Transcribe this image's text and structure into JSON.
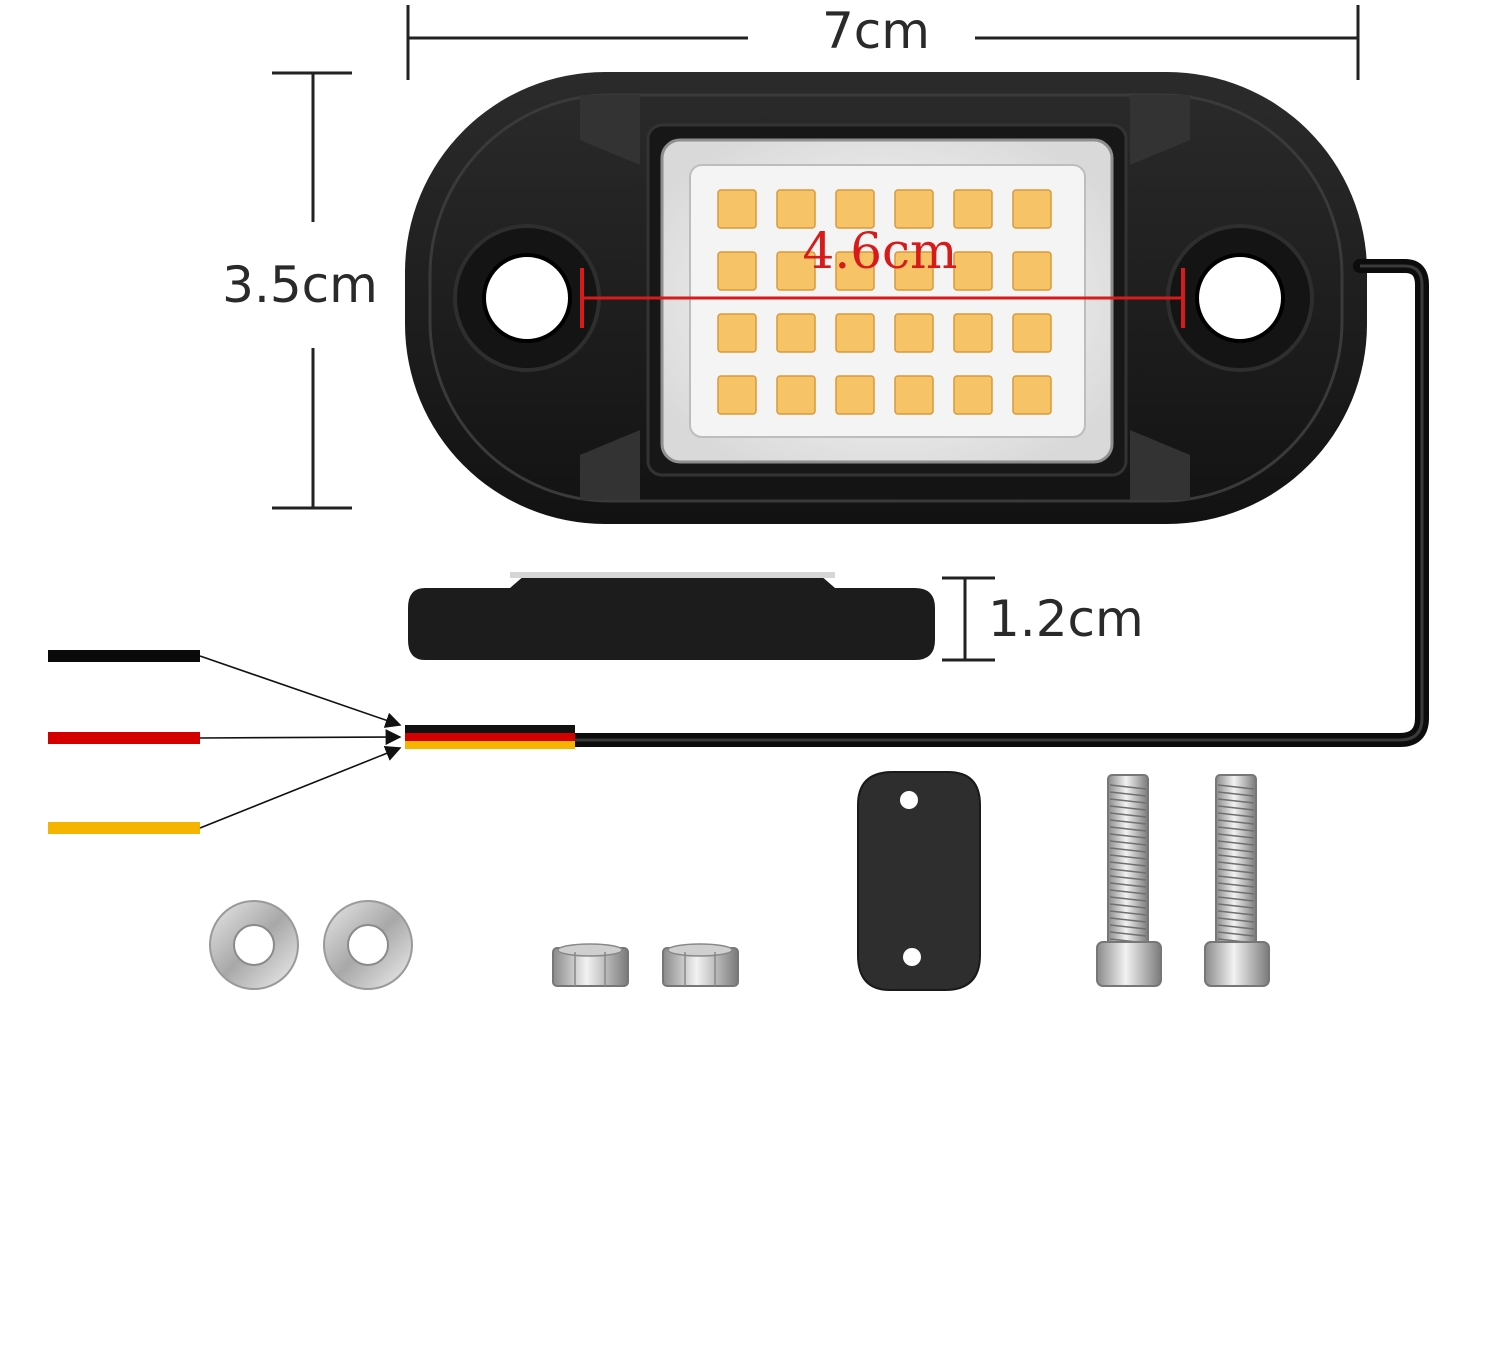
{
  "dimensions": {
    "width_label": "7cm",
    "height_label": "3.5cm",
    "hole_spacing_label": "4.6cm",
    "thickness_label": "1.2cm"
  },
  "led_grid": {
    "rows": 4,
    "cols": 6
  },
  "wires": [
    {
      "name": "black",
      "color": "#0a0a0a"
    },
    {
      "name": "red",
      "color": "#d40000"
    },
    {
      "name": "yellow",
      "color": "#f5b400"
    }
  ],
  "colors": {
    "housing": "#1c1c1c",
    "led": "#f6c467",
    "dimension_red": "#d81a1a",
    "line": "#222222"
  },
  "accessories": [
    {
      "name": "washer",
      "count": 2
    },
    {
      "name": "nut",
      "count": 2
    },
    {
      "name": "gasket",
      "count": 1
    },
    {
      "name": "bolt",
      "count": 2
    }
  ]
}
